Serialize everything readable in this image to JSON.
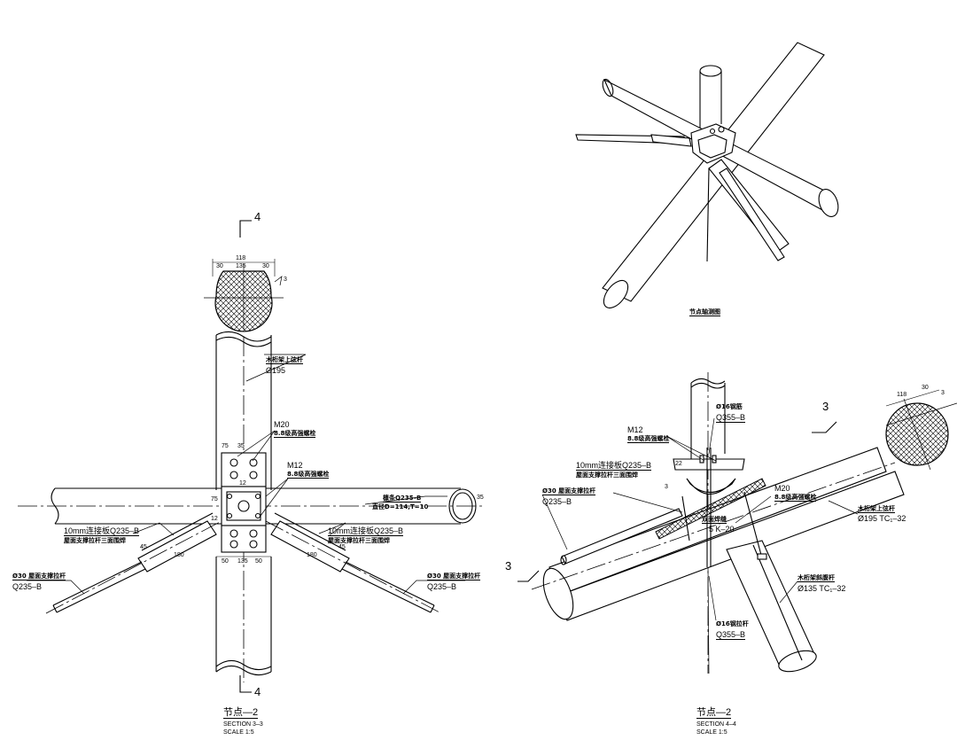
{
  "section_marks": {
    "s4_top": "4",
    "s4_bottom": "4",
    "s3_right": "3",
    "s3_left": "3"
  },
  "left_view": {
    "dims_top": [
      "118",
      "30",
      "135",
      "30"
    ],
    "dim_tube": "3",
    "chord_label_cn": "木桁架上弦杆",
    "chord_size": "Ø195",
    "bolt_m20": "M20",
    "bolt_m20_cn": "8.8级高强螺栓",
    "bolt_m12": "M12",
    "bolt_m12_cn": "8.8级高强螺栓",
    "plate_dims": [
      "75",
      "35",
      "12",
      "75",
      "12"
    ],
    "purlin_cn": "檩条Q235–B",
    "purlin_size": "直径D=114,T=10",
    "tube_dim": "35",
    "plate_left": "10mm连接板Q235–B",
    "plate_left_cn": "屋面支撑拉杆三面围焊",
    "plate_right": "10mm连接板Q235–B",
    "plate_right_cn": "屋面支撑拉杆三面围焊",
    "rod_left": "Ø30 屋面支撑拉杆",
    "rod_left_grade": "Q235–B",
    "rod_right": "Ø30 屋面支撑拉杆",
    "rod_right_grade": "Q235–B",
    "weld_dims": [
      "180",
      "180",
      "45",
      "45"
    ],
    "bottom_dims": [
      "50",
      "135",
      "50"
    ],
    "title": "节点—2",
    "section": "SECTION 3–3",
    "scale": "SCALE 1:5"
  },
  "iso_view": {
    "caption": "节点轴测图"
  },
  "right_view": {
    "bar_size": "Ø16钢筋",
    "bar_grade": "Q355–B",
    "bolt_m12": "M12",
    "bolt_m12_cn": "8.8级高强螺栓",
    "plate": "10mm连接板Q235–B",
    "plate_cn": "屋面支撑拉杆三面围焊",
    "rod": "Ø30 屋面支撑拉杆",
    "rod_grade": "Q235–B",
    "bolt_m20": "M20",
    "bolt_m20_cn": "8.8级高强螺栓",
    "chord_cn": "木桁架上弦杆",
    "chord_size": "Ø195 TC₁–32",
    "weld_cn": "双面焊缝",
    "weld_size": "5 K–20",
    "web_cn": "木桁架斜腹杆",
    "web_size": "Ø135 TC₁–32",
    "bottom_bar": "Ø16钢拉杆",
    "bottom_grade": "Q355–B",
    "dim_small": "22",
    "dim_tube": "3",
    "dims_circle": [
      "118",
      "30",
      "3"
    ],
    "title": "节点—2",
    "section": "SECTION 4–4",
    "scale": "SCALE 1:5"
  }
}
